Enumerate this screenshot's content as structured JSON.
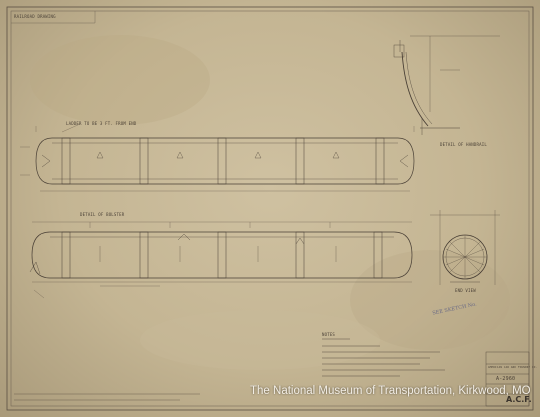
{
  "sheet": {
    "header_note": "RAILROAD DRAWING",
    "views": {
      "top_view_note": "LADDER TO BE 3 FT. FROM END",
      "side_view_note": "DETAIL OF BOLSTER",
      "end_view_note": "END VIEW",
      "detail_note": "DETAIL OF HANDRAIL"
    },
    "notes_block": {
      "title": "NOTES",
      "lines": [
        "TANK TO BE INSULATED WITH 4\" FIBERGLASS",
        "TANK TO BE STRESS RELIEVED",
        "ALL WELDS TO BE X-RAYED",
        "TANK TO BE TESTED AT 500 LBS PRESSURE"
      ]
    },
    "handwritten_note": "SEE SKETCH No.",
    "title_block": {
      "company": "AMERICAN CAR AND FOUNDRY CO.",
      "drawing_no": "A-2960",
      "logo": "A.C.F."
    },
    "watermark": "The National Museum of Transportation, Kirkwood, MO"
  }
}
